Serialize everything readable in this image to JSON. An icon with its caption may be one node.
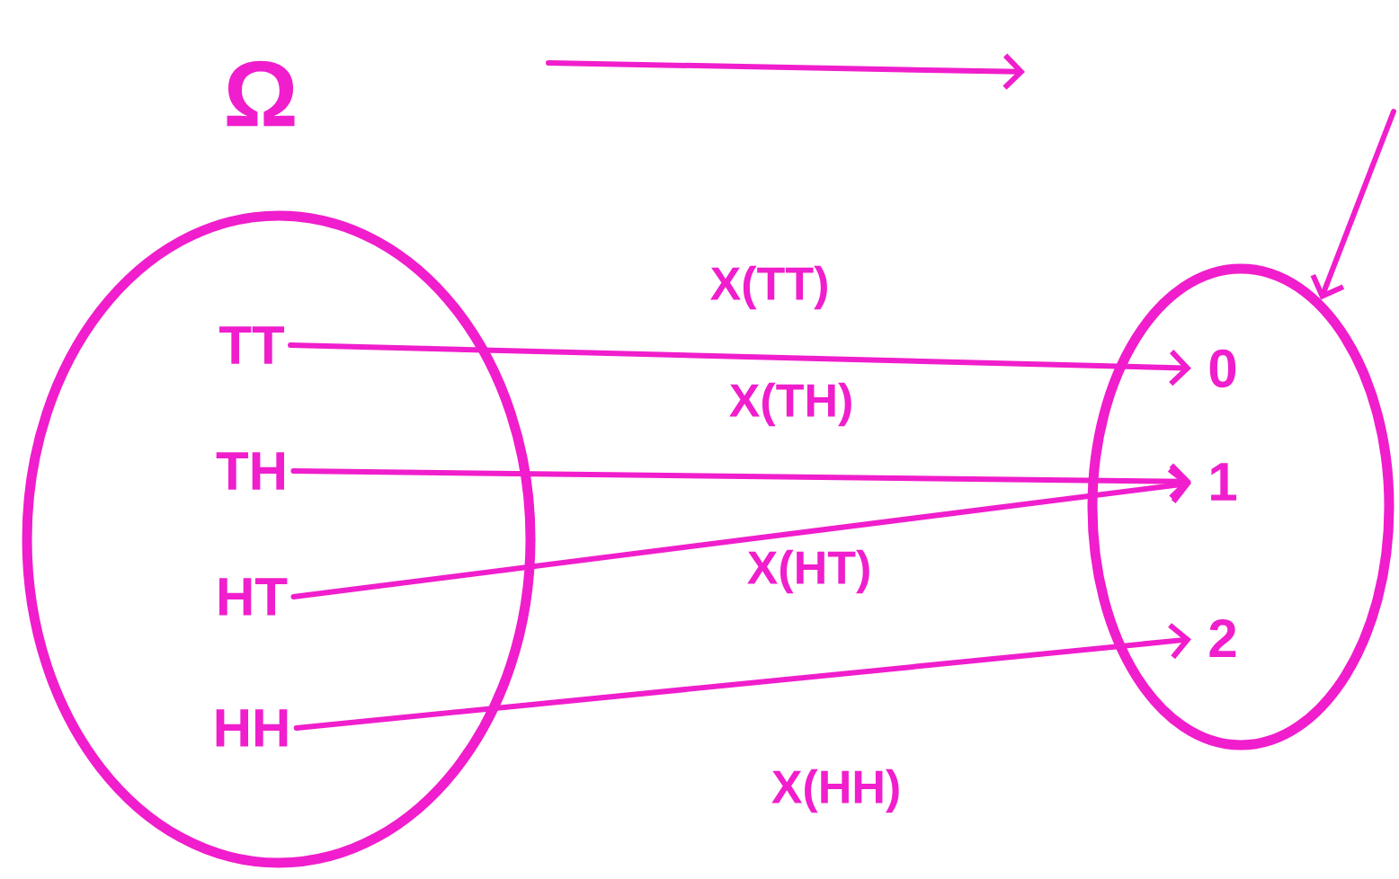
{
  "diagram": {
    "nodes": [
      {
        "text": [
          "Ω"
        ]
      },
      {
        "text": [
          "TT"
        ],
        "in": 0
      },
      {
        "text": [
          "TH"
        ],
        "in": 0
      },
      {
        "text": [
          "HT"
        ],
        "in": 0
      },
      {
        "text": [
          "HH"
        ],
        "in": 0
      },
      {
        "text": [],
        "shape": "circle"
      },
      {
        "text": [
          "0"
        ],
        "in": 5
      },
      {
        "text": [
          "1"
        ],
        "in": 5
      },
      {
        "text": [
          "2"
        ],
        "in": 5
      }
    ],
    "edges": [
      {
        "from": 1,
        "to": 6,
        "arrow": "to",
        "label": "X(TT)"
      },
      {
        "from": 2,
        "to": 7,
        "arrow": "to",
        "label": "X(TH)"
      },
      {
        "from": 3,
        "to": 7,
        "arrow": "to",
        "label": "X(HT)"
      },
      {
        "from": 4,
        "to": 8,
        "arrow": "to",
        "label": "X(HH)"
      },
      {
        "from": null,
        "to": 5,
        "arrow": "to"
      }
    ]
  }
}
